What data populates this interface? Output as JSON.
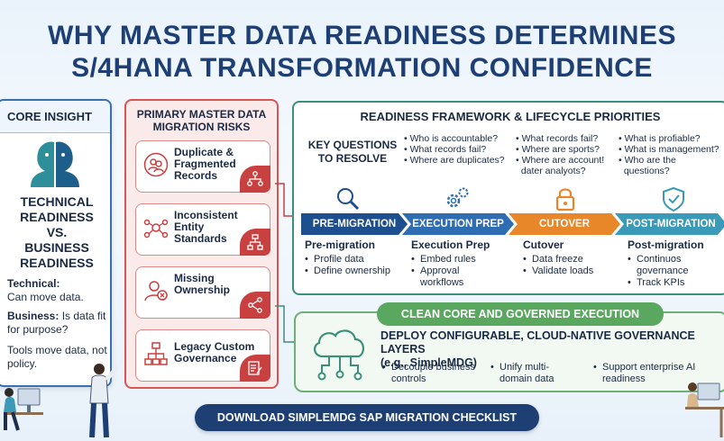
{
  "title": {
    "line1": "WHY MASTER DATA READINESS DETERMINES",
    "line2": "S/4HANA TRANSFORMATION CONFIDENCE"
  },
  "core_insight": {
    "heading": "CORE INSIGHT",
    "icon": "two-heads-icon",
    "big_line1": "TECHNICAL",
    "big_line2": "READINESS",
    "big_line3": "VS.",
    "big_line4": "BUSINESS",
    "big_line5": "READINESS",
    "technical_label": "Technical:",
    "technical_text": "Can move data.",
    "business_label": "Business:",
    "business_text": "Is data fit for purpose?",
    "tools_text": "Tools move data, not policy."
  },
  "risks": {
    "title_line1": "PRIMARY MASTER DATA",
    "title_line2": "MIGRATION RISKS",
    "items": [
      {
        "label": "Duplicate & Fragmented Records",
        "icon": "users-icon"
      },
      {
        "label": "Inconsistent Entity Standards",
        "icon": "network-icon"
      },
      {
        "label": "Missing Ownership",
        "icon": "person-x-icon"
      },
      {
        "label": "Legacy Custom Governance",
        "icon": "hierarchy-icon"
      }
    ]
  },
  "framework": {
    "title": "READINESS FRAMEWORK & LIFECYCLE PRIORITIES",
    "key_questions_line1": "KEY QUESTIONS",
    "key_questions_line2": "TO RESOLVE",
    "question_columns": [
      [
        "• Who is accountable?",
        "• What records fail?",
        "• Where are duplicates?"
      ],
      [
        "• What records fail?",
        "• Where are sports?",
        "• Where are account!",
        "  dater analyots?"
      ],
      [
        "• What is profiable?",
        "• What is management?",
        "• Who are the",
        "  questions?"
      ]
    ],
    "phases": [
      {
        "label": "PRE-MIGRATION",
        "color": "#1d4f8f",
        "icon": "search-icon"
      },
      {
        "label": "EXECUTION PREP",
        "color": "#2f6db3",
        "icon": "gears-icon"
      },
      {
        "label": "CUTOVER",
        "color": "#e8872a",
        "icon": "lock-icon"
      },
      {
        "label": "POST-MIGRATION",
        "color": "#3a9ab8",
        "icon": "shield-check-icon"
      }
    ],
    "phase_details": [
      {
        "name": "Pre-migration",
        "items": [
          "Profile data",
          "Define ownership"
        ]
      },
      {
        "name": "Execution Prep",
        "items": [
          "Embed rules",
          "Approval workflows"
        ]
      },
      {
        "name": "Cutover",
        "items": [
          "Data freeze",
          "Validate loads"
        ]
      },
      {
        "name": "Post-migration",
        "items": [
          "Continuos governance",
          "Track KPIs"
        ]
      }
    ]
  },
  "clean_core": {
    "pill": "CLEAN CORE AND GOVERNED EXECUTION",
    "icon": "cloud-network-icon",
    "main_line1": "DEPLOY CONFIGURABLE, CLOUD-NATIVE GOVERNANCE LAYERS",
    "main_line2": "(e.g., SimpleMDG)",
    "items": [
      "Decouple business controls",
      "Unify multi-domain data",
      "Support enterprise AI readiness"
    ]
  },
  "cta": "DOWNLOAD SIMPLEMDG SAP MIGRATION CHECKLIST",
  "colors": {
    "title": "#1d3f73",
    "risk_accent": "#c94040",
    "framework_border": "#3d8f7d",
    "clean_green": "#5aa85f"
  }
}
